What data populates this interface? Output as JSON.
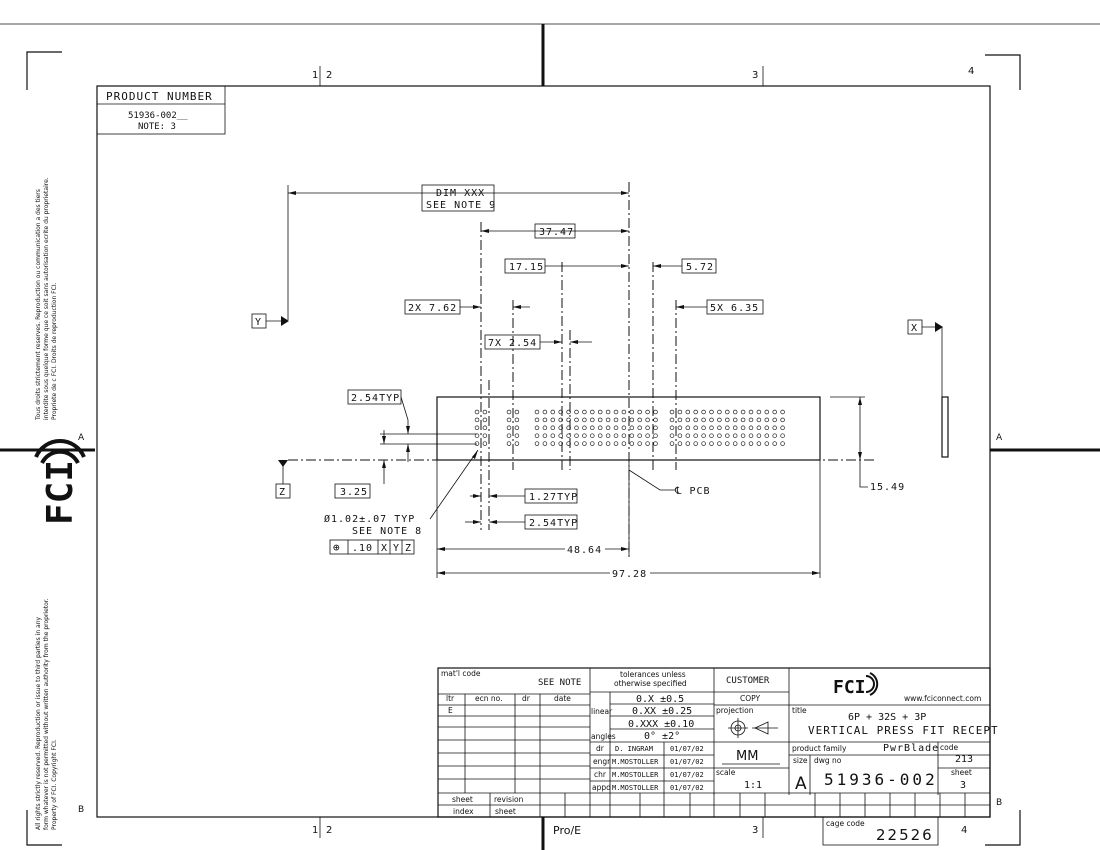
{
  "zones": {
    "top": [
      "1",
      "2",
      "3",
      "4"
    ],
    "bottom": [
      "1",
      "2",
      "3",
      "4"
    ],
    "side": [
      "A",
      "B"
    ]
  },
  "product_number": {
    "label": "PRODUCT NUMBER",
    "value": "51936-002__",
    "note": "NOTE: 3"
  },
  "dimensions": {
    "dim_xxx": "DIM XXX",
    "see_note_9": "SEE NOTE 9",
    "d_37_47": "37.47",
    "d_17_15": "17.15",
    "d_5_72": "5.72",
    "d_2x_7_62": "2X 7.62",
    "d_5x_6_35": "5X 6.35",
    "d_7x_2_54": "7X 2.54",
    "d_2_54typ": "2.54TYP",
    "d_3_25": "3.25",
    "d_1_27typ": "1.27TYP",
    "d_2_54typ_b": "2.54TYP",
    "d_15_49": "15.49",
    "d_48_64": "48.64",
    "d_97_28": "97.28",
    "hole": "Ø1.02±.07 TYP",
    "see_note_8": "SEE NOTE 8",
    "tol_frame": [
      "⊕",
      ".10",
      "X",
      "Y",
      "Z"
    ],
    "datum_y": "Y",
    "datum_x": "X",
    "datum_z": "Z",
    "pcb": "℄ PCB"
  },
  "side_text": {
    "french": [
      "Tous droits strictement reserves. Reproduction ou communication a des tiers",
      "interdite sous quelque forme que ce soit sans autorisation ecrite du proprietaire.",
      "Propriete de c FCI. Droits de reproduction FCI."
    ],
    "english": [
      "All rights strictly reserved. Reproduction or issue to third parties in any",
      "form whatever is not permitted without written authority from the proprietor.",
      "Property of FCI. Copyright FCI."
    ]
  },
  "logo": "FCI",
  "title_block": {
    "matl_code": "mat'l code",
    "see_note": "SEE NOTE",
    "tolerances": [
      "tolerances unless",
      "otherwise specified"
    ],
    "customer": "CUSTOMER",
    "copy": "COPY",
    "website": "www.fciconnect.com",
    "ltr": "ltr",
    "ecn_no": "ecn no.",
    "dr_head": "dr",
    "date_head": "date",
    "rev_letter": "E",
    "linear": "linear",
    "tol_1": "0.X ±0.5",
    "tol_2": "0.XX ±0.25",
    "tol_3": "0.XXX ±0.10",
    "angles": "angles",
    "tol_ang": "0° ±2°",
    "projection": "projection",
    "title_label": "title",
    "title_1": "6P + 32S + 3P",
    "title_2": "VERTICAL PRESS FIT RECEPT",
    "rows": [
      {
        "role": "dr",
        "name": "D. INGRAM",
        "date": "01/07/02"
      },
      {
        "role": "engr",
        "name": "M.MOSTOLLER",
        "date": "01/07/02"
      },
      {
        "role": "chr",
        "name": "M.MOSTOLLER",
        "date": "01/07/02"
      },
      {
        "role": "appd",
        "name": "M.MOSTOLLER",
        "date": "01/07/02"
      }
    ],
    "units": "MM",
    "scale_label": "scale",
    "scale": "1:1",
    "product_family": "product family",
    "family": "PwrBlade",
    "code_label": "code",
    "code": "213",
    "size_label": "size",
    "size": "A",
    "dwg_no_label": "dwg no",
    "dwg_no": "51936-002",
    "sheet_label": "sheet",
    "sheet": "3",
    "sheet_index": "sheet",
    "index": "index",
    "revision": "revision",
    "sheet_b": "sheet",
    "cage_code_label": "cage code",
    "cage_code": "22526",
    "pro_e": "Pro/E"
  }
}
